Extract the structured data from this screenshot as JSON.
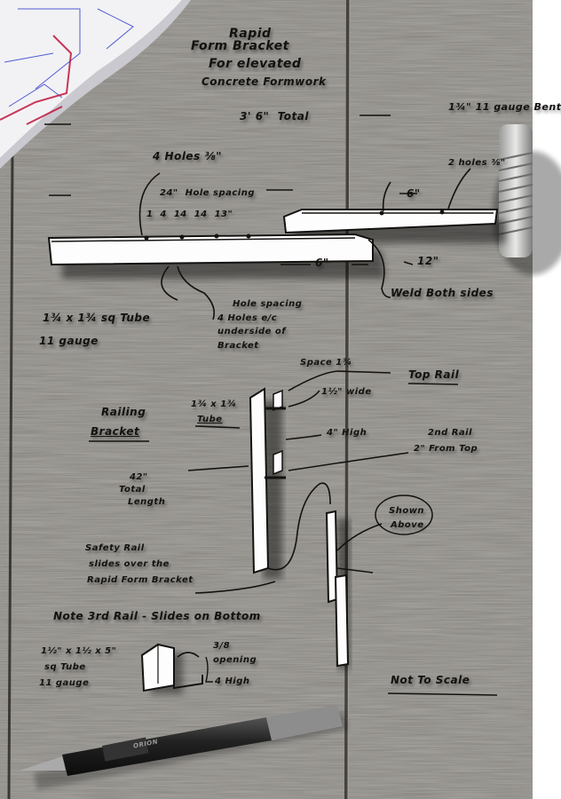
{
  "title": {
    "line1": "Rapid",
    "line2": "Form Bracket",
    "line3": "For elevated",
    "line4": "Concrete Formwork"
  },
  "bracket": {
    "total_length": "3' 6\"  Total",
    "bolt_note": "1¾\" 11 gauge Bent",
    "holes_top": "4 Holes ⅜\"",
    "hole_spacing_label": "24\"  Hole spacing",
    "hole_spacing_values": "1  4  14  14  13\"",
    "two_holes": "2 holes ⅜\"",
    "six_top": "6\"",
    "six_bottom": "6\"",
    "twelve": "12\"",
    "weld_note": "Weld Both sides",
    "tube_spec_line1": "1¾ x 1¾ sq Tube",
    "tube_spec_line2": "11 gauge",
    "hole_spacing_note_line1": "Hole spacing",
    "hole_spacing_note_line2": "4 Holes e/c",
    "hole_spacing_note_line3": "underside of",
    "hole_spacing_note_line4": "Bracket"
  },
  "railing": {
    "title_line1": "Railing",
    "title_line2": "Bracket",
    "tube_line1": "1¾ x 1¾",
    "tube_line2": "Tube",
    "total_line1": "42\"",
    "total_line2": "Total",
    "total_line3": "Length",
    "space": "Space 1¾",
    "top_rail": "Top Rail",
    "wide": "1½\" wide",
    "high": "4\" High",
    "second_rail_line1": "2nd Rail",
    "second_rail_line2": "2\" From Top",
    "shown_above_line1": "Shown",
    "shown_above_line2": "Above",
    "safety_line1": "Safety Rail",
    "safety_line2": "slides over the",
    "safety_line3": "Rapid Form Bracket"
  },
  "note_third_rail": "Note 3rd Rail - Slides on Bottom",
  "small_tube": {
    "line1": "1½\" x 1½ x 5\"",
    "line2": "sq Tube",
    "line3": "11 gauge",
    "opening_line1": "3/8",
    "opening_line2": "opening",
    "high": "4 High"
  },
  "not_to_scale": "Not To Scale",
  "pencil_brand": "ORION",
  "colors": {
    "wood_base": "#7b7873",
    "ink": "#141210",
    "metal_white": "#fdfdfd",
    "blueprint_red": "#c0143c",
    "blueprint_blue": "#2a36c8"
  }
}
